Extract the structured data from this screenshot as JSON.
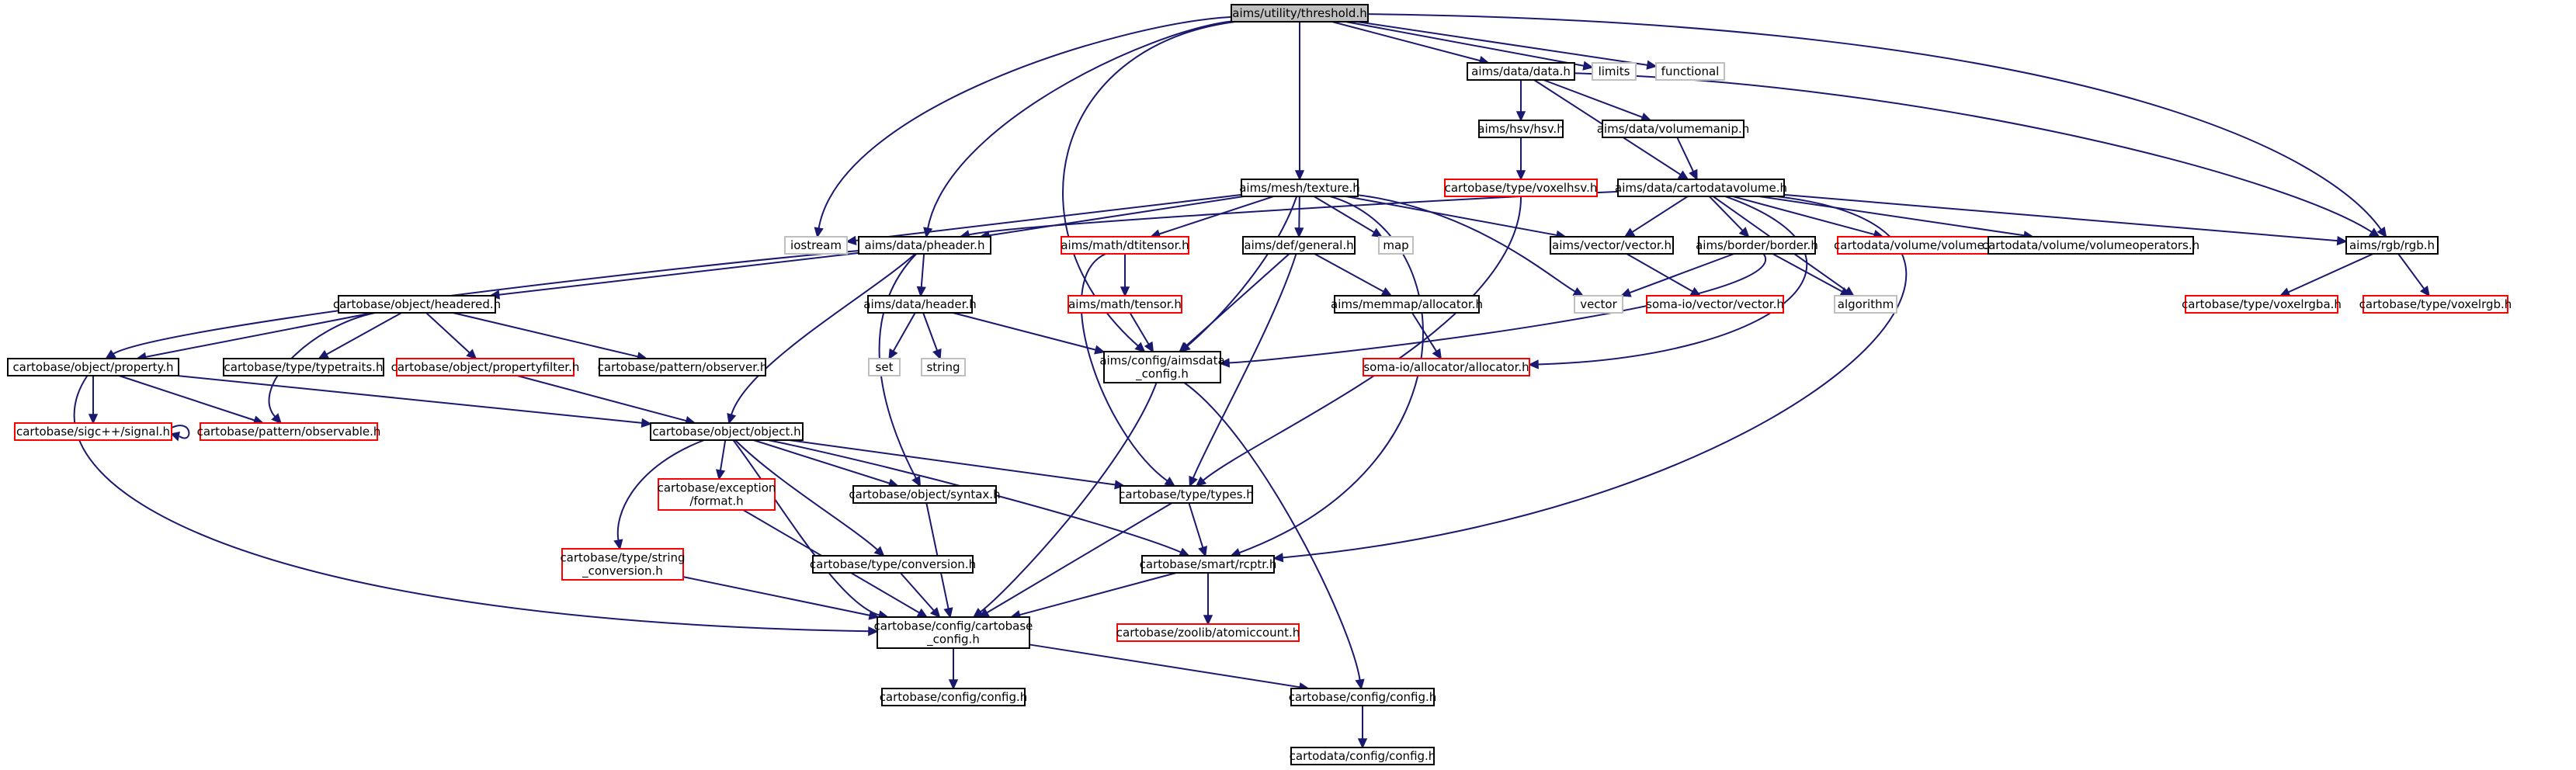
{
  "colors": {
    "edge": "#191970",
    "node_border": "#000000",
    "missing_border": "#ff0000",
    "external_border": "#bfbfbf",
    "root_fill": "#bfbfbf",
    "fill": "#ffffff"
  },
  "nodes": [
    {
      "id": "threshold",
      "lines": [
        "aims/utility/threshold.h"
      ],
      "kind": "root"
    },
    {
      "id": "data",
      "lines": [
        "aims/data/data.h"
      ],
      "kind": "normal"
    },
    {
      "id": "limits",
      "lines": [
        "limits"
      ],
      "kind": "external"
    },
    {
      "id": "functional",
      "lines": [
        "functional"
      ],
      "kind": "external"
    },
    {
      "id": "hsv",
      "lines": [
        "aims/hsv/hsv.h"
      ],
      "kind": "normal"
    },
    {
      "id": "volumemanip",
      "lines": [
        "aims/data/volumemanip.h"
      ],
      "kind": "normal"
    },
    {
      "id": "voxelhsv",
      "lines": [
        "cartobase/type/voxelhsv.h"
      ],
      "kind": "missing"
    },
    {
      "id": "texture",
      "lines": [
        "aims/mesh/texture.h"
      ],
      "kind": "normal"
    },
    {
      "id": "cartodatavolume",
      "lines": [
        "aims/data/cartodatavolume.h"
      ],
      "kind": "normal"
    },
    {
      "id": "iostream",
      "lines": [
        "iostream"
      ],
      "kind": "external"
    },
    {
      "id": "pheader",
      "lines": [
        "aims/data/pheader.h"
      ],
      "kind": "normal"
    },
    {
      "id": "dtitensor",
      "lines": [
        "aims/math/dtitensor.h"
      ],
      "kind": "missing"
    },
    {
      "id": "general",
      "lines": [
        "aims/def/general.h"
      ],
      "kind": "normal"
    },
    {
      "id": "map",
      "lines": [
        "map"
      ],
      "kind": "external"
    },
    {
      "id": "vectorh",
      "lines": [
        "aims/vector/vector.h"
      ],
      "kind": "normal"
    },
    {
      "id": "borderh",
      "lines": [
        "aims/border/border.h"
      ],
      "kind": "normal"
    },
    {
      "id": "volumeh",
      "lines": [
        "cartodata/volume/volume.h"
      ],
      "kind": "missing"
    },
    {
      "id": "volumeoperators",
      "lines": [
        "cartodata/volume/volumeoperators.h"
      ],
      "kind": "normal"
    },
    {
      "id": "rgbh",
      "lines": [
        "aims/rgb/rgb.h"
      ],
      "kind": "normal"
    },
    {
      "id": "headered",
      "lines": [
        "cartobase/object/headered.h"
      ],
      "kind": "normal"
    },
    {
      "id": "headerh",
      "lines": [
        "aims/data/header.h"
      ],
      "kind": "normal"
    },
    {
      "id": "tensorh",
      "lines": [
        "aims/math/tensor.h"
      ],
      "kind": "missing"
    },
    {
      "id": "allocatorh",
      "lines": [
        "aims/memmap/allocator.h"
      ],
      "kind": "normal"
    },
    {
      "id": "vector",
      "lines": [
        "vector"
      ],
      "kind": "external"
    },
    {
      "id": "somavector",
      "lines": [
        "soma-io/vector/vector.h"
      ],
      "kind": "missing"
    },
    {
      "id": "algorithm",
      "lines": [
        "algorithm"
      ],
      "kind": "external"
    },
    {
      "id": "voxelrgba",
      "lines": [
        "cartobase/type/voxelrgba.h"
      ],
      "kind": "missing"
    },
    {
      "id": "voxelrgb",
      "lines": [
        "cartobase/type/voxelrgb.h"
      ],
      "kind": "missing"
    },
    {
      "id": "property",
      "lines": [
        "cartobase/object/property.h"
      ],
      "kind": "normal"
    },
    {
      "id": "typetraits",
      "lines": [
        "cartobase/type/typetraits.h"
      ],
      "kind": "normal"
    },
    {
      "id": "propertyfilter",
      "lines": [
        "cartobase/object/propertyfilter.h"
      ],
      "kind": "missing"
    },
    {
      "id": "observer",
      "lines": [
        "cartobase/pattern/observer.h"
      ],
      "kind": "normal"
    },
    {
      "id": "set",
      "lines": [
        "set"
      ],
      "kind": "external"
    },
    {
      "id": "string",
      "lines": [
        "string"
      ],
      "kind": "external"
    },
    {
      "id": "aimsdata_config",
      "lines": [
        "aims/config/aimsdata",
        "_config.h"
      ],
      "kind": "normal"
    },
    {
      "id": "somaallocator",
      "lines": [
        "soma-io/allocator/allocator.h"
      ],
      "kind": "missing"
    },
    {
      "id": "signal",
      "lines": [
        "cartobase/sigc++/signal.h"
      ],
      "kind": "missing"
    },
    {
      "id": "observable",
      "lines": [
        "cartobase/pattern/observable.h"
      ],
      "kind": "missing"
    },
    {
      "id": "objecth",
      "lines": [
        "cartobase/object/object.h"
      ],
      "kind": "normal"
    },
    {
      "id": "exception_format",
      "lines": [
        "cartobase/exception",
        "/format.h"
      ],
      "kind": "missing"
    },
    {
      "id": "syntax",
      "lines": [
        "cartobase/object/syntax.h"
      ],
      "kind": "normal"
    },
    {
      "id": "types",
      "lines": [
        "cartobase/type/types.h"
      ],
      "kind": "normal"
    },
    {
      "id": "string_conversion",
      "lines": [
        "cartobase/type/string",
        "_conversion.h"
      ],
      "kind": "missing"
    },
    {
      "id": "conversion",
      "lines": [
        "cartobase/type/conversion.h"
      ],
      "kind": "normal"
    },
    {
      "id": "rcptr",
      "lines": [
        "cartobase/smart/rcptr.h"
      ],
      "kind": "normal"
    },
    {
      "id": "cartobase_config",
      "lines": [
        "cartobase/config/cartobase",
        "_config.h"
      ],
      "kind": "normal"
    },
    {
      "id": "atomiccount",
      "lines": [
        "cartobase/zoolib/atomiccount.h"
      ],
      "kind": "missing"
    },
    {
      "id": "config1",
      "lines": [
        "cartobase/config/config.h"
      ],
      "kind": "normal"
    },
    {
      "id": "config2",
      "lines": [
        "cartobase/config/config.h"
      ],
      "kind": "normal"
    },
    {
      "id": "cartodata_config",
      "lines": [
        "cartodata/config/config.h"
      ],
      "kind": "normal"
    }
  ]
}
